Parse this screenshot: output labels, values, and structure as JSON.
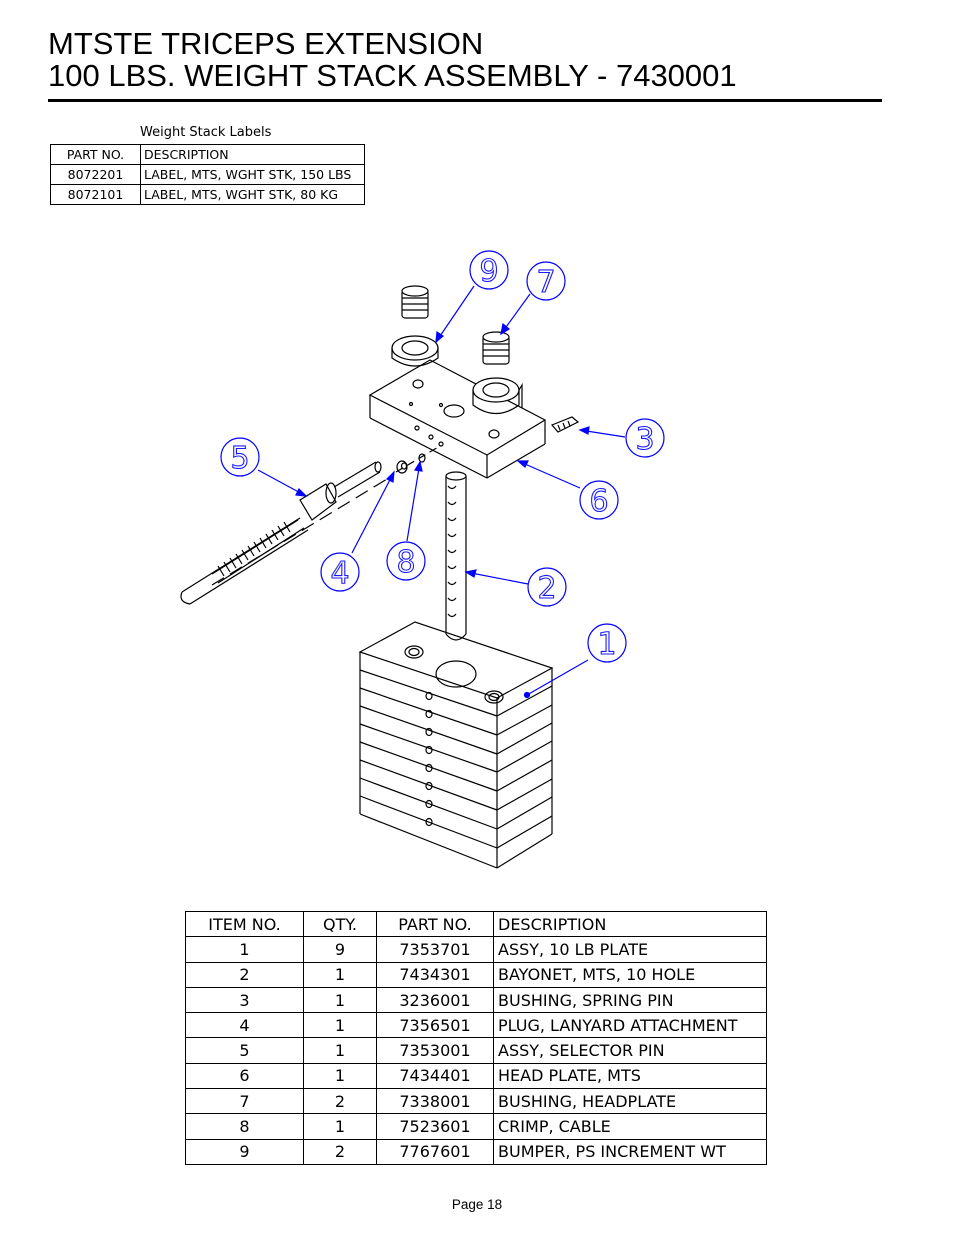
{
  "header": {
    "title_line1": "MTSTE TRICEPS EXTENSION",
    "title_line2": "100 LBS. WEIGHT STACK ASSEMBLY - 7430001"
  },
  "weight_stack_labels": {
    "caption": "Weight Stack Labels",
    "columns": [
      "PART NO.",
      "DESCRIPTION"
    ],
    "rows": [
      {
        "part_no": "8072201",
        "description": "LABEL, MTS, WGHT STK, 150 LBS"
      },
      {
        "part_no": "8072101",
        "description": "LABEL, MTS, WGHT STK, 80 KG"
      }
    ]
  },
  "drawing": {
    "balloon_color": "#0000ff",
    "balloons": [
      "9",
      "7",
      "3",
      "5",
      "6",
      "4",
      "8",
      "2",
      "1"
    ]
  },
  "parts_list": {
    "columns": [
      "ITEM NO.",
      "QTY.",
      "PART NO.",
      "DESCRIPTION"
    ],
    "rows": [
      {
        "item": "1",
        "qty": "9",
        "part_no": "7353701",
        "description": "ASSY, 10 LB PLATE"
      },
      {
        "item": "2",
        "qty": "1",
        "part_no": "7434301",
        "description": "BAYONET, MTS, 10 HOLE"
      },
      {
        "item": "3",
        "qty": "1",
        "part_no": "3236001",
        "description": "BUSHING, SPRING PIN"
      },
      {
        "item": "4",
        "qty": "1",
        "part_no": "7356501",
        "description": "PLUG, LANYARD ATTACHMENT"
      },
      {
        "item": "5",
        "qty": "1",
        "part_no": "7353001",
        "description": "ASSY, SELECTOR PIN"
      },
      {
        "item": "6",
        "qty": "1",
        "part_no": "7434401",
        "description": "HEAD PLATE, MTS"
      },
      {
        "item": "7",
        "qty": "2",
        "part_no": "7338001",
        "description": "BUSHING, HEADPLATE"
      },
      {
        "item": "8",
        "qty": "1",
        "part_no": "7523601",
        "description": "CRIMP, CABLE"
      },
      {
        "item": "9",
        "qty": "2",
        "part_no": "7767601",
        "description": "BUMPER, PS INCREMENT WT"
      }
    ]
  },
  "footer": {
    "page_label": "Page 18"
  }
}
